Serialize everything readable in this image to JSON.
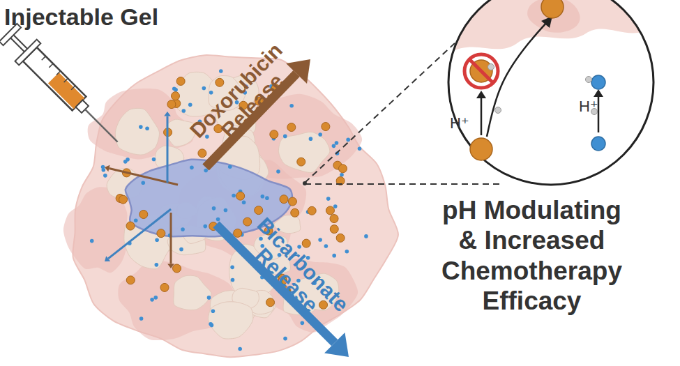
{
  "diagram": {
    "nodes": [
      {
        "text": [
          "H⁺",
          "H⁺"
        ]
      }
    ],
    "labels": [
      "Injectable Gel",
      "Doxorubicin Release",
      "Bicarbonate Release",
      "pH Modulating & Increased Chemotherapy Efficacy"
    ]
  }
}
